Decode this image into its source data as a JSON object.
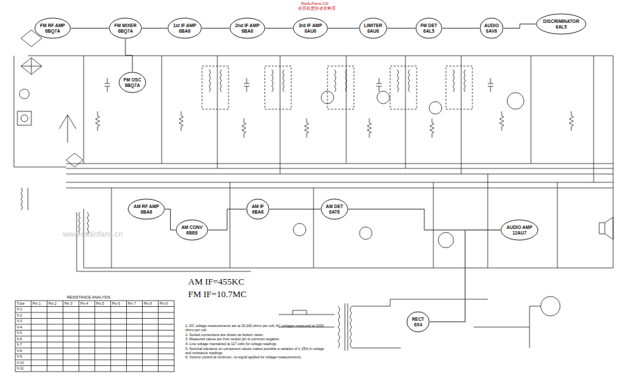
{
  "diagram": {
    "nodes": [
      {
        "text": [
          "FM RF AMP",
          "6BQ7A"
        ]
      },
      {
        "text": [
          "FM MIXER",
          "6BQ7A"
        ]
      },
      {
        "text": [
          "FM OSC",
          "6BQ7A"
        ]
      },
      {
        "text": [
          "1st IF AMP",
          "6BA6"
        ]
      },
      {
        "text": [
          "2nd IF AMP",
          "6BA6"
        ]
      },
      {
        "text": [
          "3rd IF AMP",
          "6AU6"
        ]
      },
      {
        "text": [
          "LIMITER",
          "6AU6"
        ]
      },
      {
        "text": [
          "FM DET",
          "6AL5"
        ]
      },
      {
        "text": [
          "AUDIO",
          "6AV6"
        ]
      },
      {
        "text": [
          "DISCRIMINATOR",
          "6AL5"
        ]
      },
      {
        "text": [
          "AM RF AMP",
          "6BA6"
        ]
      },
      {
        "text": [
          "AM CONV",
          "6BE6"
        ]
      },
      {
        "text": [
          "AM IF",
          "6BA6"
        ]
      },
      {
        "text": [
          "AM DET",
          "6AT6"
        ]
      },
      {
        "text": [
          "AUDIO AMP",
          "12AU7"
        ]
      },
      {
        "text": [
          "RECT",
          "6X4"
        ]
      }
    ],
    "edges": [
      {
        "from": 0,
        "to": 1,
        "arrow": "none"
      },
      {
        "from": 1,
        "to": 3,
        "arrow": "none"
      },
      {
        "from": 1,
        "to": 2,
        "arrow": "none"
      },
      {
        "from": 3,
        "to": 4,
        "arrow": "none"
      },
      {
        "from": 4,
        "to": 5,
        "arrow": "none"
      },
      {
        "from": 5,
        "to": 6,
        "arrow": "none"
      },
      {
        "from": 6,
        "to": 7,
        "arrow": "none"
      },
      {
        "from": 7,
        "to": 8,
        "arrow": "none"
      },
      {
        "from": 8,
        "to": 9,
        "arrow": "none"
      },
      {
        "from": 10,
        "to": 11,
        "arrow": "none"
      },
      {
        "from": 11,
        "to": 12,
        "arrow": "none"
      },
      {
        "from": 12,
        "to": 13,
        "arrow": "none"
      },
      {
        "from": 13,
        "to": 14,
        "arrow": "none"
      },
      {
        "from": 15,
        "to": 14,
        "arrow": "none"
      }
    ],
    "labels": [
      "RadioFans.CN",
      "收音机爱好者资料库",
      "www.radiofans.cn",
      "AM IF=455KC",
      "FM IF=10.7MC",
      "1- DC voltage measurements are at 20,000 ohms per volt; AC voltages measured at 1000 ohms per volt.",
      "2- Socket connections are shown as bottom views.",
      "3- Measured values are from socket pin to common negative.",
      "4- Line voltage maintained at 117 volts for voltage readings.",
      "5- Nominal tolerance on component values makes possible a variation of ± 15% in voltage and resistance readings.",
      "6- Volume control at minimum, no signal applied for voltage measurements.",
      "RESISTANCE ANALYSIS",
      "Tube",
      "Pin 1",
      "Pin 2",
      "Pin 3",
      "Pin 4",
      "Pin 5",
      "Pin 6",
      "Pin 7",
      "Pin 8",
      "Pin 9",
      "V-1",
      "V-2",
      "V-3",
      "V-4",
      "V-5",
      "V-6",
      "V-7",
      "V-8",
      "V-9",
      "V-10",
      "V-11"
    ]
  }
}
